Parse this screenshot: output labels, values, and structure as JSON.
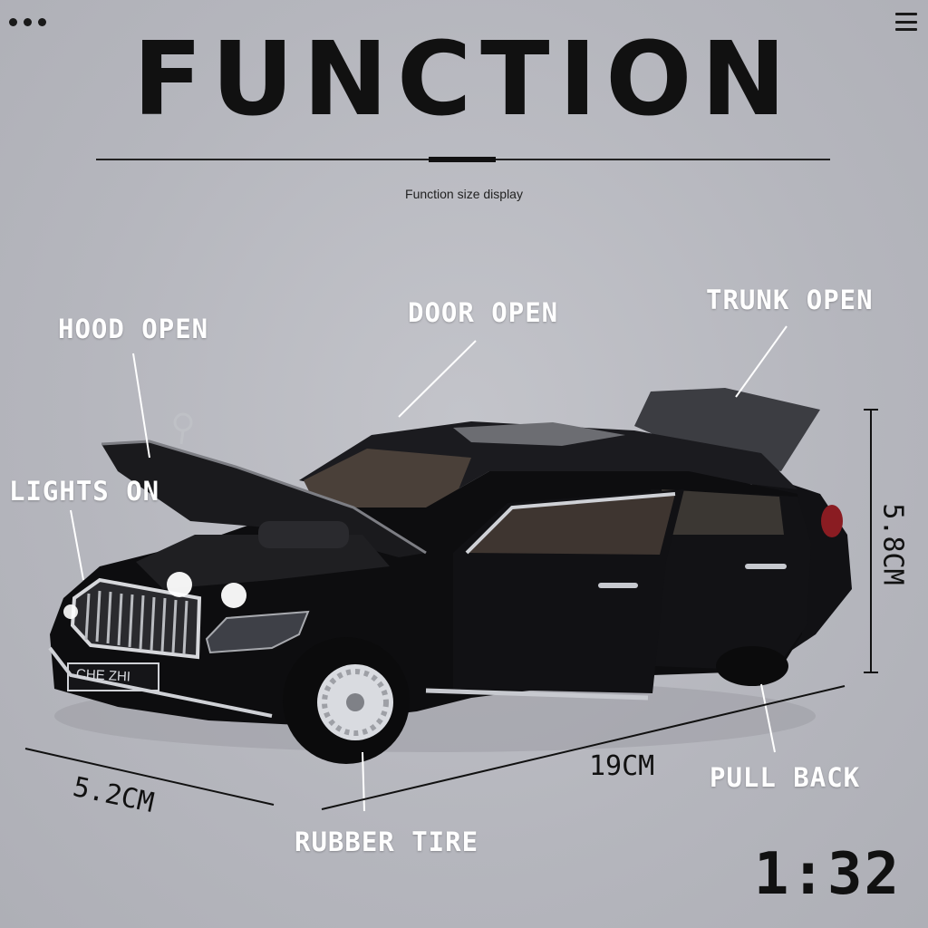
{
  "header": {
    "title": "FUNCTION",
    "subtitle": "Function size display"
  },
  "features": {
    "hood": "HOOD OPEN",
    "door": "DOOR OPEN",
    "trunk": "TRUNK OPEN",
    "lights": "LIGHTS ON",
    "pull_back": "PULL BACK",
    "tire": "RUBBER TIRE"
  },
  "dimensions": {
    "height": "5.8CM",
    "length": "19CM",
    "width": "5.2CM"
  },
  "scale": "1:32",
  "car": {
    "plate": "CHE ZHI",
    "body_color": "#0d0d0f"
  },
  "icons": {
    "top_left": "more-dots-icon",
    "top_right": "menu-icon"
  }
}
